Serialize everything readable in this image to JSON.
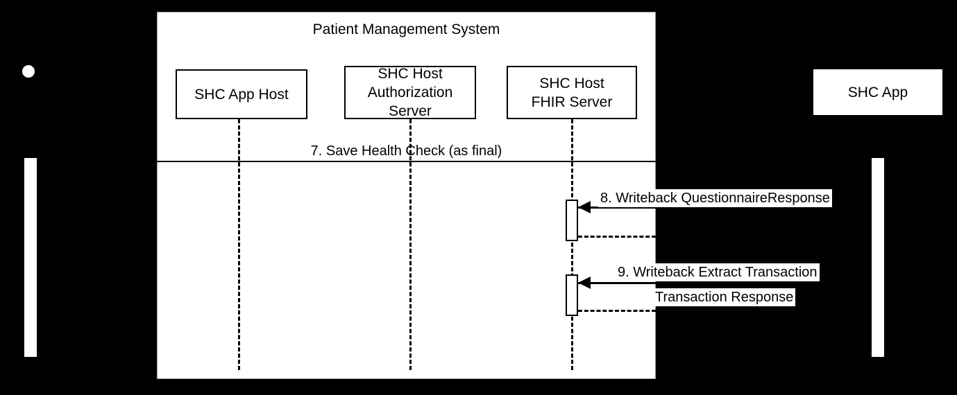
{
  "diagram": {
    "type": "uml-sequence-diagram",
    "system_box": {
      "title": "Patient Management System"
    },
    "participants": [
      {
        "id": "shc-app-host",
        "label": "SHC App Host",
        "inside_system": true
      },
      {
        "id": "shc-host-authorization-server",
        "label": "SHC Host\nAuthorization\nServer",
        "inside_system": true
      },
      {
        "id": "shc-host-fhir-server",
        "label": "SHC Host\nFHIR Server",
        "inside_system": true
      },
      {
        "id": "shc-app",
        "label": "SHC App",
        "inside_system": false
      }
    ],
    "participant_labels": {
      "shc_app_host": "SHC App Host",
      "shc_host_authorization_server": "SHC Host Authorization Server",
      "shc_host_fhir_server": "SHC Host FHIR Server",
      "shc_app": "SHC App"
    },
    "messages": [
      {
        "number": "7",
        "label": "7. Save Health Check (as final)",
        "style": "fragment-header",
        "from": "shc-app-host",
        "to": "shc-host-fhir-server"
      },
      {
        "number": "8",
        "label": "8. Writeback QuestionnaireResponse",
        "style": "solid-arrow",
        "direction": "right-to-left",
        "from": "shc-app",
        "to": "shc-host-fhir-server",
        "return": {
          "label": "",
          "style": "dashed"
        }
      },
      {
        "number": "9",
        "label": "9. Writeback Extract Transaction",
        "style": "solid-arrow",
        "direction": "right-to-left",
        "from": "shc-app",
        "to": "shc-host-fhir-server",
        "return": {
          "label": "Transaction Response",
          "style": "dashed"
        }
      }
    ],
    "colors": {
      "background": "#000000",
      "panel": "#ffffff",
      "stroke": "#000000",
      "panel_border": "#9b9b9b"
    }
  }
}
